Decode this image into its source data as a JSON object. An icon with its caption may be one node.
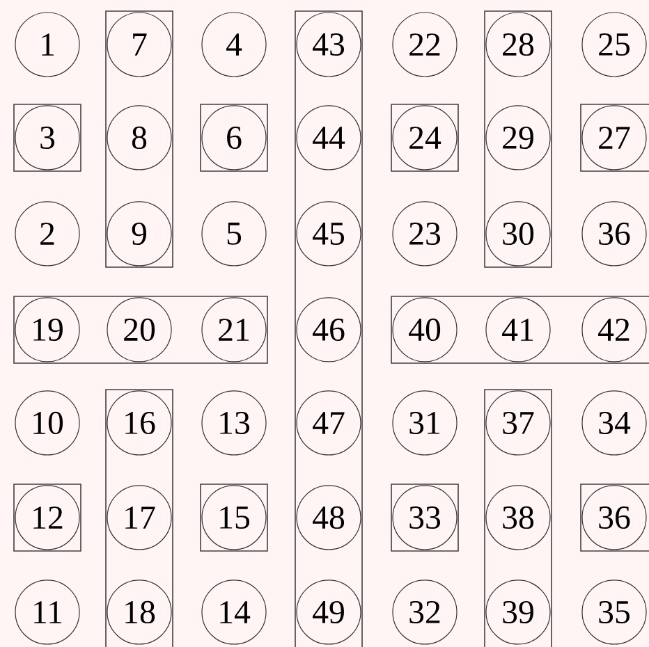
{
  "diagram": {
    "nodes": [
      {
        "text": [],
        "shape": "box"
      },
      {
        "text": [],
        "shape": "box"
      },
      {
        "text": [],
        "shape": "box"
      },
      {
        "text": [],
        "shape": "box"
      },
      {
        "text": [],
        "shape": "box"
      },
      {
        "text": [],
        "shape": "box"
      },
      {
        "text": [],
        "shape": "box"
      },
      {
        "text": [],
        "shape": "box"
      },
      {
        "text": [],
        "shape": "box"
      },
      {
        "text": [],
        "shape": "box"
      },
      {
        "text": [],
        "shape": "box"
      },
      {
        "text": [],
        "shape": "box"
      },
      {
        "text": [],
        "shape": "box"
      },
      {
        "text": [],
        "shape": "box"
      },
      {
        "text": [],
        "shape": "box"
      },
      {
        "text": [
          "1"
        ]
      },
      {
        "text": [
          "7"
        ],
        "in": 0
      },
      {
        "text": [
          "4"
        ]
      },
      {
        "text": [
          "43"
        ],
        "in": 1
      },
      {
        "text": [
          "22"
        ]
      },
      {
        "text": [
          "28"
        ],
        "in": 2
      },
      {
        "text": [
          "25"
        ]
      },
      {
        "text": [
          "3"
        ],
        "in": 3
      },
      {
        "text": [
          "8"
        ],
        "in": 0
      },
      {
        "text": [
          "6"
        ],
        "in": 4
      },
      {
        "text": [
          "44"
        ],
        "in": 1
      },
      {
        "text": [
          "24"
        ],
        "in": 5
      },
      {
        "text": [
          "29"
        ],
        "in": 2
      },
      {
        "text": [
          "27"
        ],
        "in": 6
      },
      {
        "text": [
          "2"
        ]
      },
      {
        "text": [
          "9"
        ],
        "in": 0
      },
      {
        "text": [
          "5"
        ]
      },
      {
        "text": [
          "45"
        ],
        "in": 1
      },
      {
        "text": [
          "23"
        ]
      },
      {
        "text": [
          "30"
        ],
        "in": 2
      },
      {
        "text": [
          "36"
        ]
      },
      {
        "text": [
          "19"
        ],
        "in": 7
      },
      {
        "text": [
          "20"
        ],
        "in": 7
      },
      {
        "text": [
          "21"
        ],
        "in": 7
      },
      {
        "text": [
          "46"
        ],
        "in": 1
      },
      {
        "text": [
          "40"
        ],
        "in": 8
      },
      {
        "text": [
          "41"
        ],
        "in": 8
      },
      {
        "text": [
          "42"
        ],
        "in": 8
      },
      {
        "text": [
          "10"
        ]
      },
      {
        "text": [
          "16"
        ],
        "in": 9
      },
      {
        "text": [
          "13"
        ]
      },
      {
        "text": [
          "47"
        ],
        "in": 1
      },
      {
        "text": [
          "31"
        ]
      },
      {
        "text": [
          "37"
        ],
        "in": 10
      },
      {
        "text": [
          "34"
        ]
      },
      {
        "text": [
          "12"
        ],
        "in": 11
      },
      {
        "text": [
          "17"
        ],
        "in": 9
      },
      {
        "text": [
          "15"
        ],
        "in": 12
      },
      {
        "text": [
          "48"
        ],
        "in": 1
      },
      {
        "text": [
          "33"
        ],
        "in": 13
      },
      {
        "text": [
          "38"
        ],
        "in": 10
      },
      {
        "text": [
          "36"
        ],
        "in": 14
      },
      {
        "text": [
          "11"
        ]
      },
      {
        "text": [
          "18"
        ],
        "in": 9
      },
      {
        "text": [
          "14"
        ]
      },
      {
        "text": [
          "49"
        ],
        "in": 1
      },
      {
        "text": [
          "32"
        ]
      },
      {
        "text": [
          "39"
        ],
        "in": 10
      },
      {
        "text": [
          "35"
        ]
      }
    ]
  }
}
